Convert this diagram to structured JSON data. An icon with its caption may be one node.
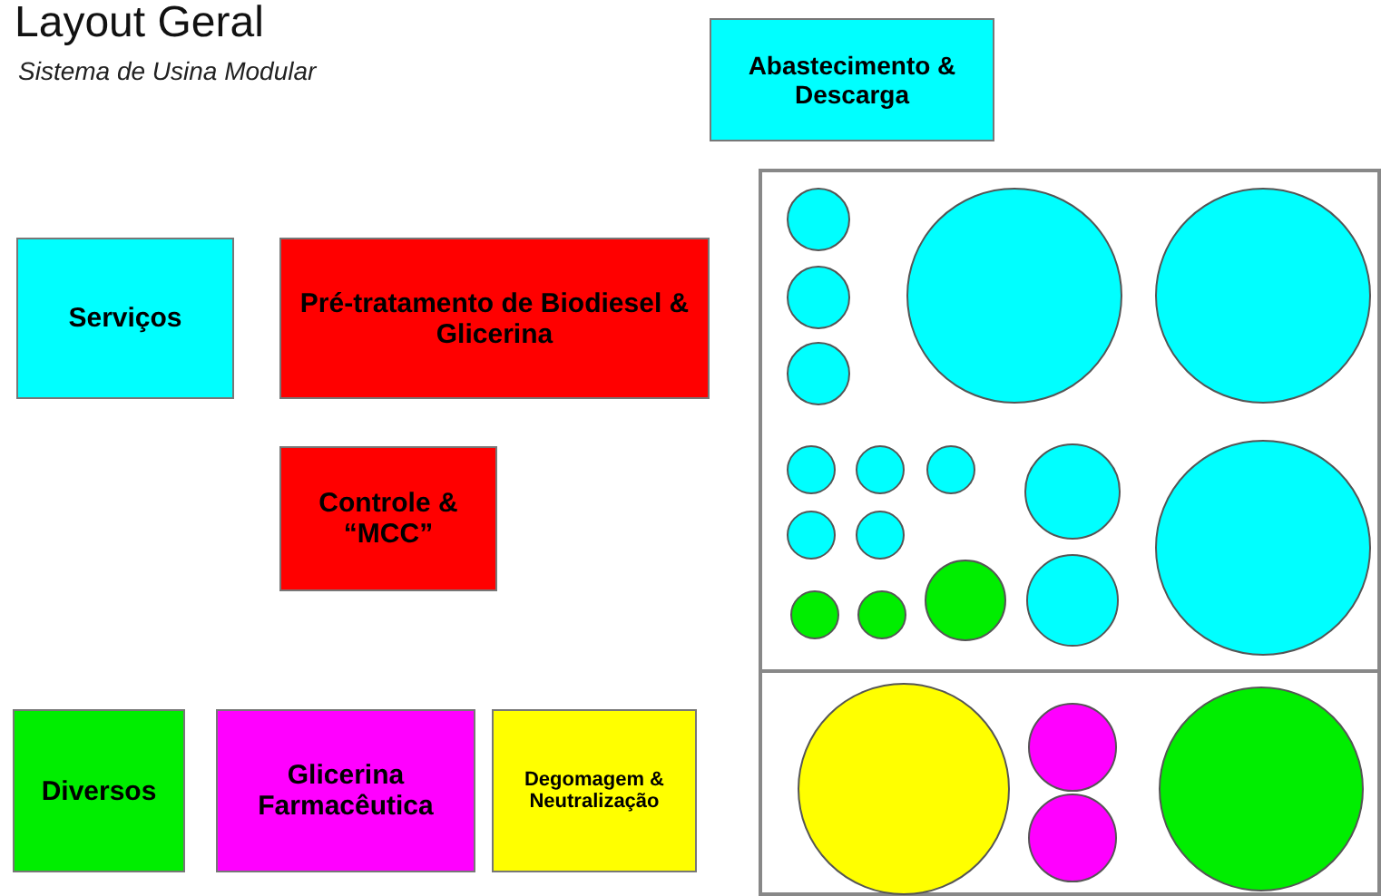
{
  "diagram": {
    "title": "Layout Geral",
    "nodes": [
      {
        "text": [
          "Abastecimento & Descarga"
        ]
      },
      {
        "text": [
          "Serviços"
        ]
      },
      {
        "text": [
          "Pré-tratamento de Biodiesel & Glicerina"
        ]
      },
      {
        "text": [
          "Controle & “MCC”"
        ]
      },
      {
        "text": [
          "Diversos"
        ]
      },
      {
        "text": [
          "Glicerina Farmacêutica"
        ]
      },
      {
        "text": [
          "Degomagem & Neutralização"
        ]
      },
      {
        "text": [],
        "shape": "box"
      },
      {
        "text": [],
        "shape": "box"
      },
      {
        "text": [],
        "shape": "circle",
        "in": 7
      },
      {
        "text": [],
        "shape": "circle",
        "in": 7
      },
      {
        "text": [],
        "shape": "circle",
        "in": 7
      },
      {
        "text": [],
        "shape": "circle",
        "in": 7
      },
      {
        "text": [],
        "shape": "circle",
        "in": 7
      },
      {
        "text": [],
        "shape": "circle",
        "in": 7
      },
      {
        "text": [],
        "shape": "circle",
        "in": 7
      },
      {
        "text": [],
        "shape": "circle",
        "in": 7
      },
      {
        "text": [],
        "shape": "circle",
        "in": 7
      },
      {
        "text": [],
        "shape": "circle",
        "in": 7
      },
      {
        "text": [],
        "shape": "circle",
        "in": 7
      },
      {
        "text": [],
        "shape": "circle",
        "in": 7
      },
      {
        "text": [],
        "shape": "circle",
        "in": 7
      },
      {
        "text": [],
        "shape": "circle",
        "in": 7
      },
      {
        "text": [],
        "shape": "circle",
        "in": 7
      },
      {
        "text": [],
        "shape": "circle",
        "in": 7
      },
      {
        "text": [],
        "shape": "circle",
        "in": 8
      },
      {
        "text": [],
        "shape": "circle",
        "in": 8
      },
      {
        "text": [],
        "shape": "circle",
        "in": 8
      },
      {
        "text": [],
        "shape": "circle",
        "in": 8
      }
    ],
    "labels": [
      "Sistema de Usina Modular"
    ]
  }
}
